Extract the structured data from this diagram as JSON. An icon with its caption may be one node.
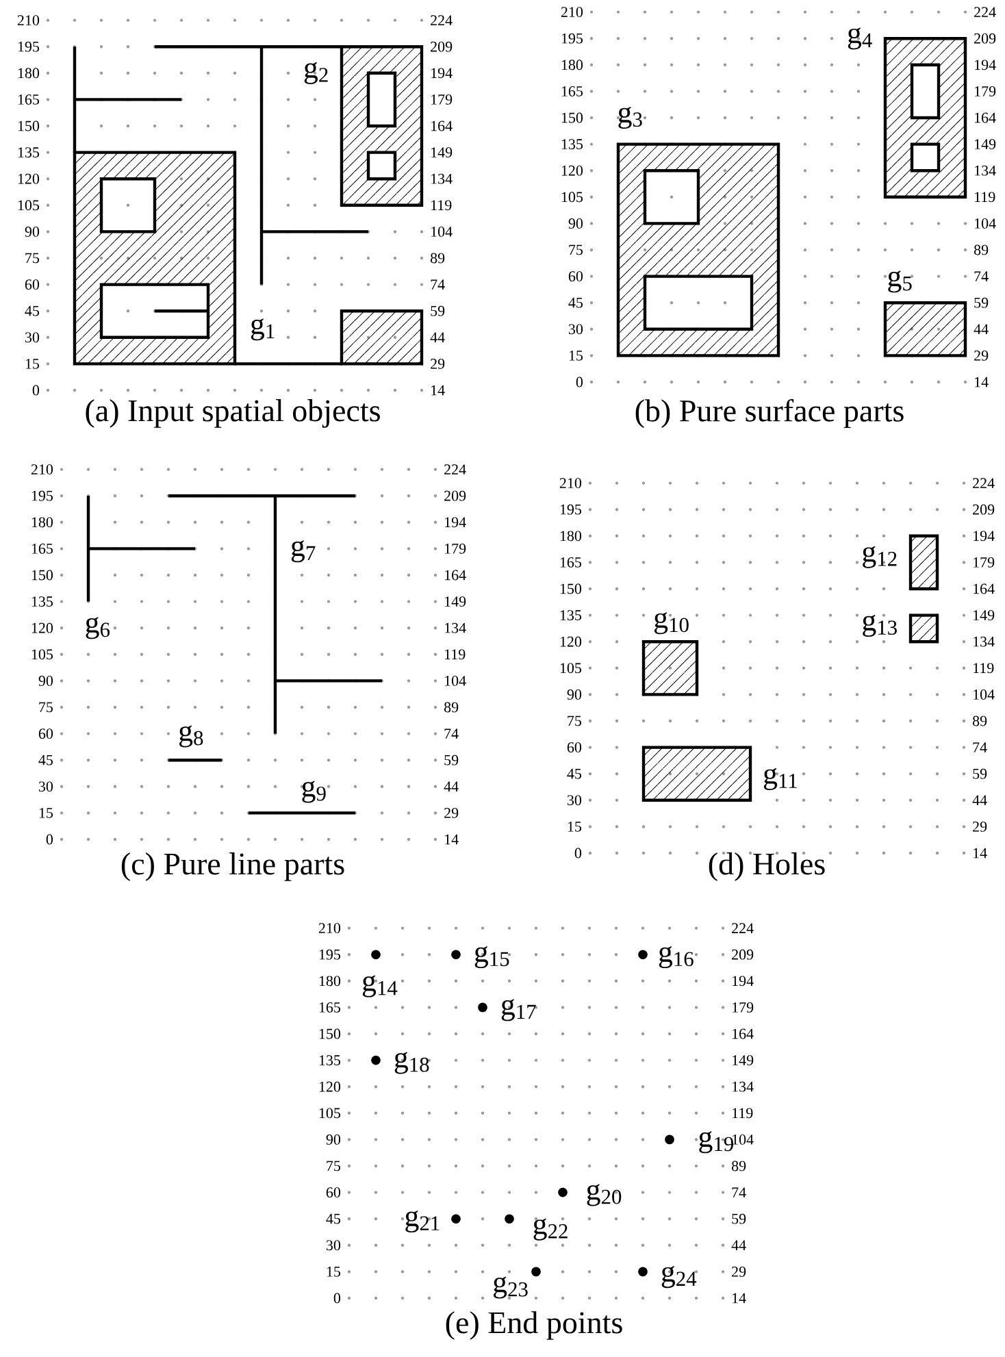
{
  "diagram": {
    "labels": [
      "210",
      "224",
      "195",
      "209",
      "180",
      "194",
      "165",
      "179",
      "150",
      "164",
      "135",
      "149",
      "120",
      "134",
      "105",
      "119",
      "90",
      "104",
      "75",
      "89",
      "60",
      "74",
      "45",
      "59",
      "30",
      "44",
      "15",
      "29",
      "0",
      "14",
      "g$_{2}$",
      "g$_{1}$",
      "(a) Input spatial objects",
      "210",
      "224",
      "195",
      "209",
      "180",
      "194",
      "165",
      "179",
      "150",
      "164",
      "135",
      "149",
      "120",
      "134",
      "105",
      "119",
      "90",
      "104",
      "75",
      "89",
      "60",
      "74",
      "45",
      "59",
      "30",
      "44",
      "15",
      "29",
      "0",
      "14",
      "g$_{4}$",
      "g$_{3}$",
      "g$_{5}$",
      "(b) Pure surface parts",
      "210",
      "224",
      "195",
      "209",
      "180",
      "194",
      "165",
      "179",
      "150",
      "164",
      "135",
      "149",
      "120",
      "134",
      "105",
      "119",
      "90",
      "104",
      "75",
      "89",
      "60",
      "74",
      "45",
      "59",
      "30",
      "44",
      "15",
      "29",
      "0",
      "14",
      "g$_{7}$",
      "g$_{6}$",
      "g$_{8}$",
      "g$_{9}$",
      "(c) Pure line parts",
      "210",
      "224",
      "195",
      "209",
      "180",
      "194",
      "165",
      "179",
      "150",
      "164",
      "135",
      "149",
      "120",
      "134",
      "105",
      "119",
      "90",
      "104",
      "75",
      "89",
      "60",
      "74",
      "45",
      "59",
      "30",
      "44",
      "15",
      "29",
      "0",
      "14",
      "g$_{12}$",
      "g$_{10}$",
      "g$_{13}$",
      "g$_{11}$",
      "(d) Holes",
      "210",
      "224",
      "195",
      "209",
      "180",
      "194",
      "165",
      "179",
      "150",
      "164",
      "135",
      "149",
      "120",
      "134",
      "105",
      "119",
      "90",
      "104",
      "75",
      "89",
      "60",
      "74",
      "45",
      "59",
      "30",
      "44",
      "15",
      "29",
      "0",
      "14",
      "g$_{15}$",
      "g$_{16}$",
      "g$_{14}$",
      "g$_{17}$",
      "g$_{18}$",
      "g$_{19}$",
      "g$_{20}$",
      "g$_{21}$",
      "g$_{22}$",
      "g$_{24}$",
      "g$_{23}$",
      "(e) End points"
    ]
  }
}
